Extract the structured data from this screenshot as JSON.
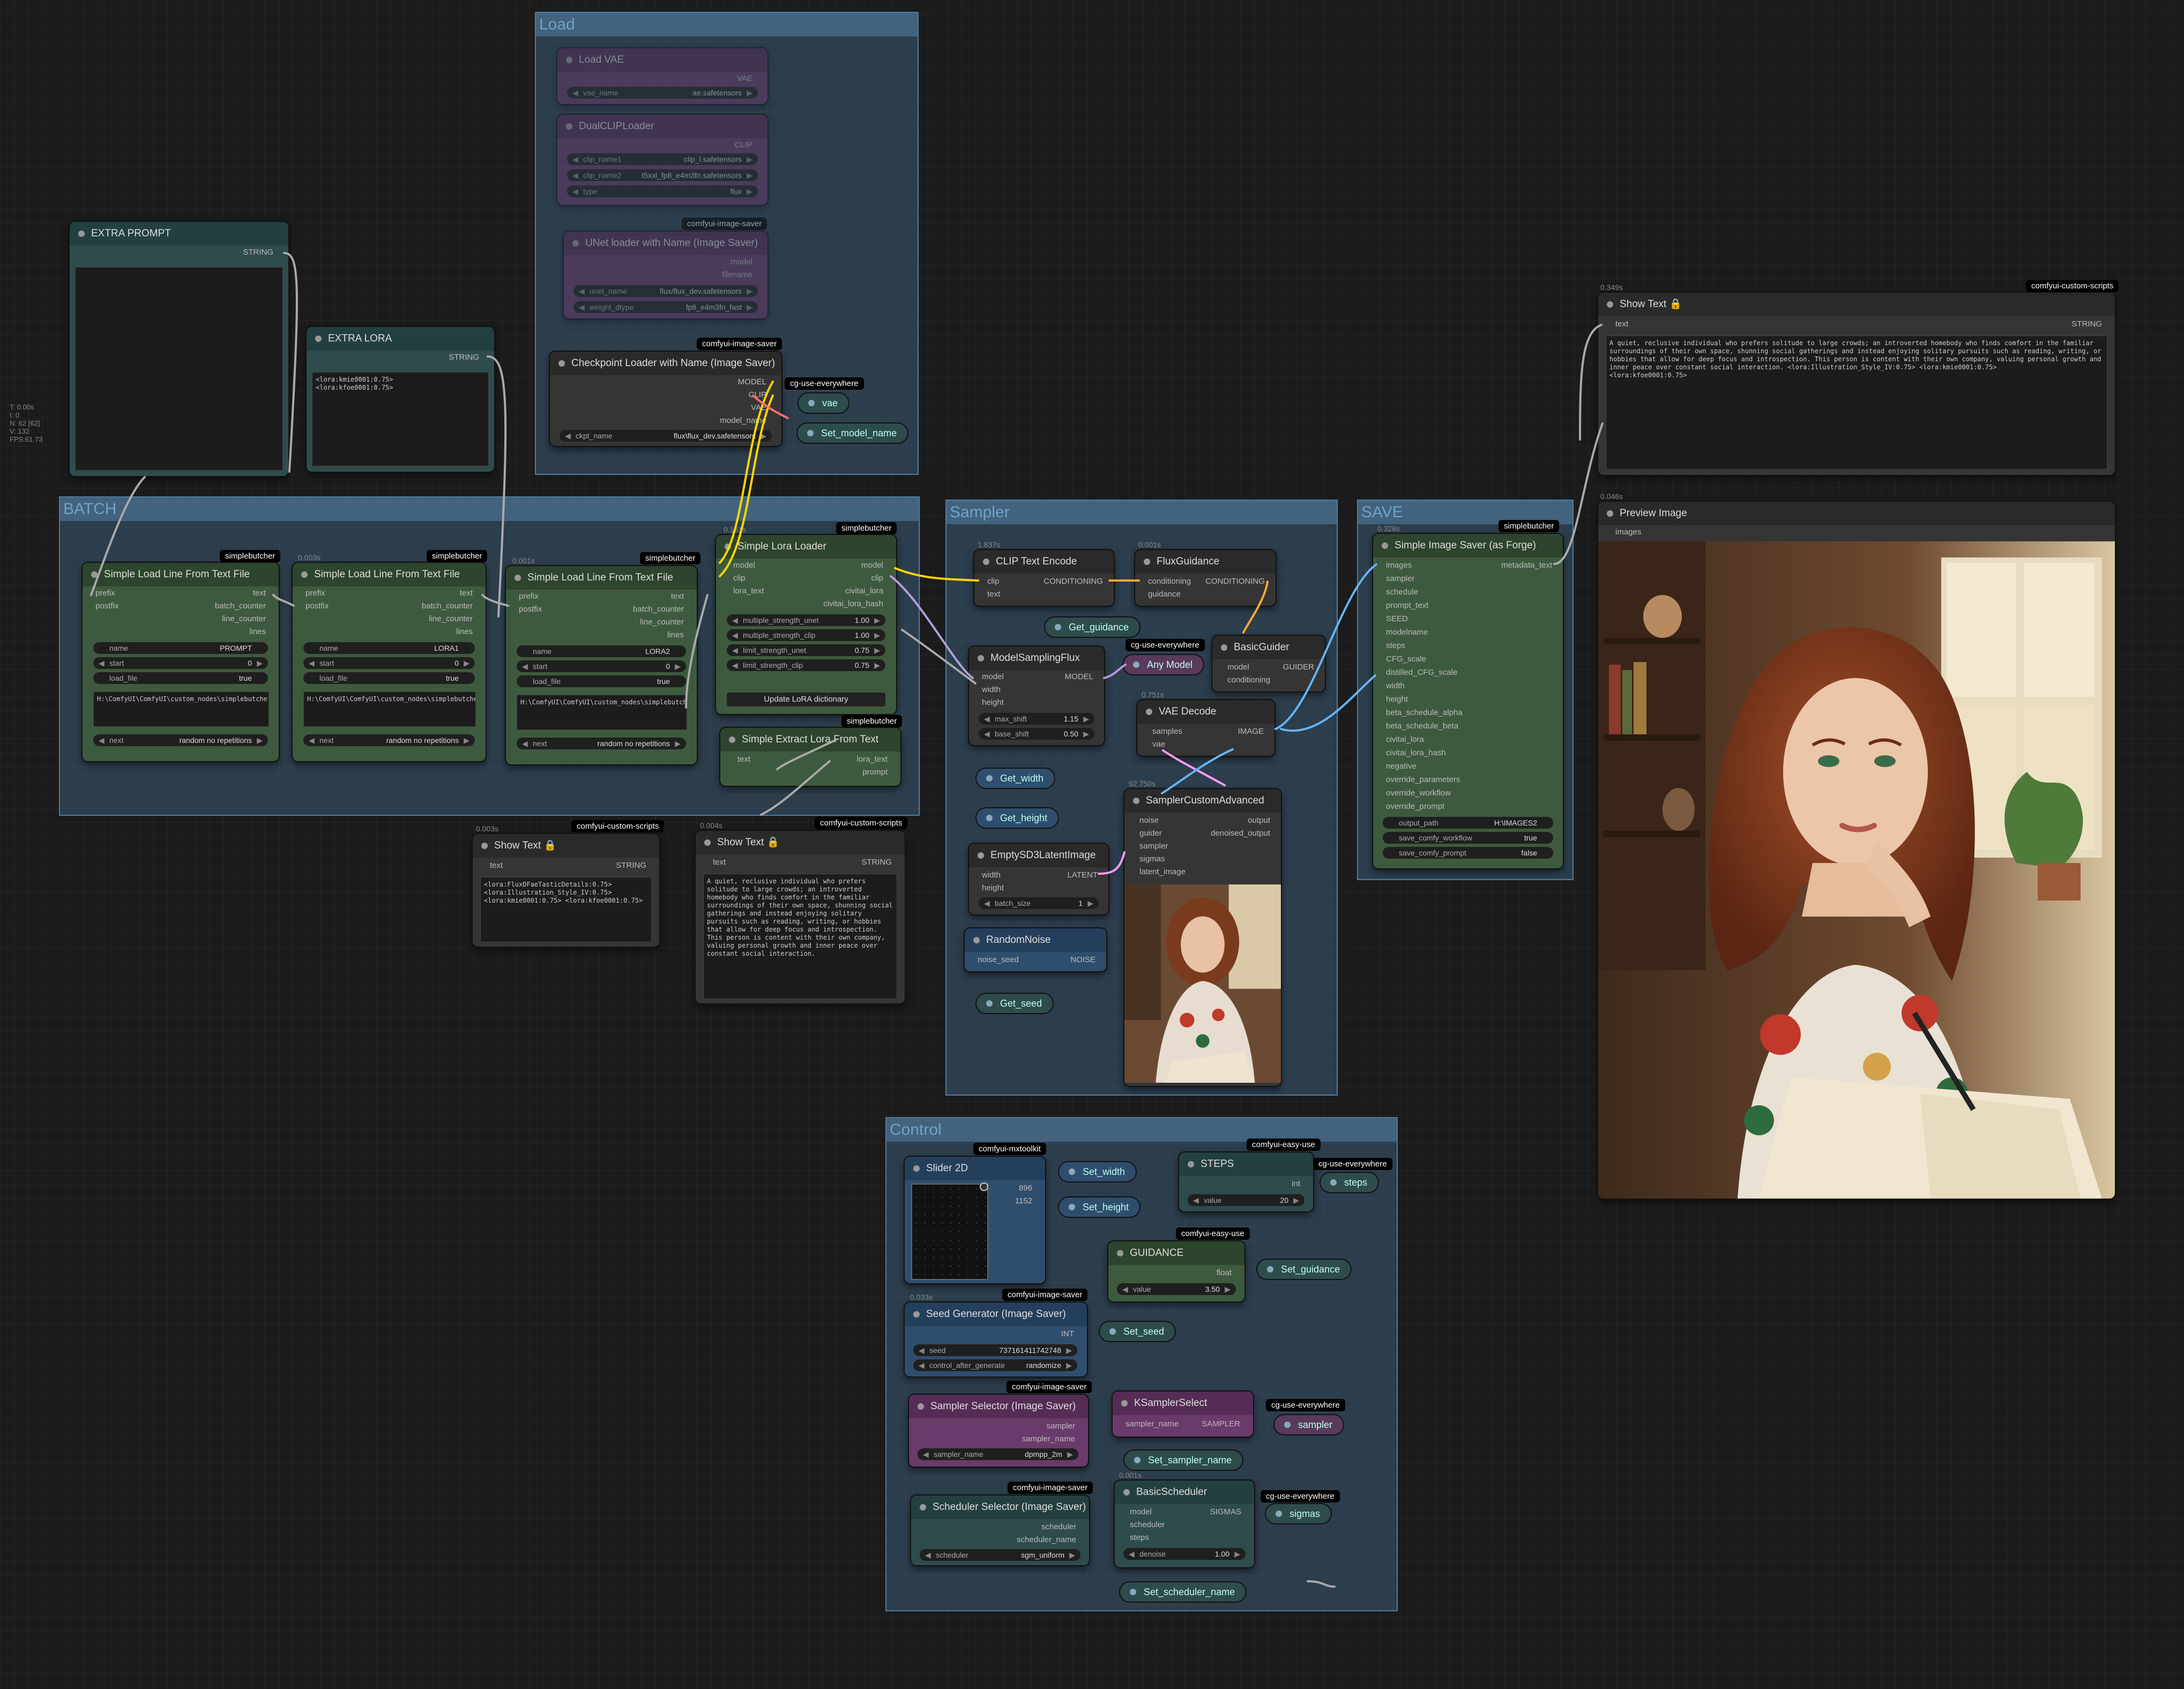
{
  "hud": [
    "T: 0.00s",
    "I: 0",
    "N: 62 [62]",
    "V: 132",
    "FPS:61.73"
  ],
  "groups": {
    "load": "Load",
    "batch": "BATCH",
    "sampler": "Sampler",
    "save": "SAVE",
    "control": "Control"
  },
  "load": {
    "load_vae": {
      "title": "Load VAE",
      "out": "VAE",
      "w_label": "vae_name",
      "w_value": "ae.safetensors"
    },
    "dual_clip": {
      "title": "DualCLIPLoader",
      "out": "CLIP",
      "w1_label": "clip_name1",
      "w1_value": "clip_l.safetensors",
      "w2_label": "clip_name2",
      "w2_value": "t5xxl_fp8_e4m3fn.safetensors",
      "w3_label": "type",
      "w3_value": "flux"
    },
    "unet": {
      "badge": "comfyui-image-saver",
      "title": "UNet loader with Name (Image Saver)",
      "out1": "model",
      "out2": "filename",
      "w1_label": "unet_name",
      "w1_value": "flux/flux_dev.safetensors",
      "w2_label": "weight_dtype",
      "w2_value": "fp8_e4m3fn_fast"
    },
    "ckpt": {
      "badge": "comfyui-image-saver",
      "title": "Checkpoint Loader with Name (Image Saver)",
      "out1": "MODEL",
      "out2": "CLIP",
      "out3": "VAE",
      "out4": "model_name",
      "w_label": "ckpt_name",
      "w_value": "flux\\flux_dev.safetensors"
    },
    "vae_reroute": {
      "badge": "cg-use-everywhere",
      "label": "vae"
    },
    "set_model_name": "Set_model_name"
  },
  "extra_prompt": {
    "title": "EXTRA PROMPT",
    "out": "STRING"
  },
  "extra_lora": {
    "title": "EXTRA LORA",
    "out": "STRING",
    "text": "<lora:kmie0001:0.75>\n<lora:kfoe0001:0.75>"
  },
  "batch": {
    "loader1": {
      "badge": "simplebutcher",
      "title": "Simple Load Line From Text File",
      "in1": "prefix",
      "in2": "postfix",
      "out1": "text",
      "out2": "batch_counter",
      "out3": "line_counter",
      "out4": "lines",
      "name_label": "name",
      "name_value": "PROMPT",
      "start_label": "start",
      "start_value": "0",
      "load_label": "load_file",
      "load_value": "true",
      "path": "H:\\ComfyUI\\ComfyUI\\custom_nodes\\simplebutcher\\workflows\\prompt_test.txt",
      "next_label": "next",
      "next_value": "random no repetitions"
    },
    "loader2": {
      "timing": "0.003s",
      "badge": "simplebutcher",
      "title": "Simple Load Line From Text File",
      "in1": "prefix",
      "in2": "postfix",
      "out1": "text",
      "out2": "batch_counter",
      "out3": "line_counter",
      "out4": "lines",
      "name_label": "name",
      "name_value": "LORA1",
      "start_label": "start",
      "start_value": "0",
      "load_label": "load_file",
      "load_value": "true",
      "path": "H:\\ComfyUI\\ComfyUI\\custom_nodes\\simplebutcher\\workflows\\lora_test.txt",
      "next_label": "next",
      "next_value": "random no repetitions"
    },
    "loader3": {
      "timing": "0.001s",
      "badge": "simplebutcher",
      "title": "Simple Load Line From Text File",
      "in1": "prefix",
      "in2": "postfix",
      "out1": "text",
      "out2": "batch_counter",
      "out3": "line_counter",
      "out4": "lines",
      "name_label": "name",
      "name_value": "LORA2",
      "start_label": "start",
      "start_value": "0",
      "load_label": "load_file",
      "load_value": "true",
      "path": "H:\\ComfyUI\\ComfyUI\\custom_nodes\\simplebutcher\\workflows\\lora_test.txt",
      "next_label": "next",
      "next_value": "random no repetitions"
    },
    "lora_loader": {
      "timing": "0.161s",
      "badge": "simplebutcher",
      "title": "Simple Lora Loader",
      "in1": "model",
      "in2": "clip",
      "in3": "lora_text",
      "out1": "model",
      "out2": "clip",
      "out3": "civitai_lora",
      "out4": "civitai_lora_hash",
      "w1_label": "multiple_strength_unet",
      "w1_value": "1.00",
      "w2_label": "multiple_strength_clip",
      "w2_value": "1.00",
      "w3_label": "limit_strength_unet",
      "w3_value": "0.75",
      "w4_label": "limit_strength_clip",
      "w4_value": "0.75",
      "button": "Update LoRA dictionary"
    },
    "extract": {
      "badge": "simplebutcher",
      "title": "Simple Extract Lora From Text",
      "in1": "text",
      "out1": "lora_text",
      "out2": "prompt"
    }
  },
  "show_text_small": {
    "timing": "0.003s",
    "badge": "comfyui-custom-scripts",
    "title": "Show Text",
    "in": "text",
    "out": "STRING",
    "text": "<lora:FluxDFaeTasticDetails:0.75>\n<lora:Illustration_Style_IV:0.75>\n<lora:kmie0001:0.75> <lora:kfoe0001:0.75>"
  },
  "show_text_mid": {
    "timing": "0.004s",
    "badge": "comfyui-custom-scripts",
    "title": "Show Text",
    "in": "text",
    "out": "STRING",
    "text": "A quiet, reclusive individual who prefers solitude to large crowds; an introverted homebody who finds comfort in the familiar surroundings of their own space, shunning social gatherings and instead enjoying solitary pursuits such as reading, writing, or hobbies that allow for deep focus and introspection. This person is content with their own company, valuing personal growth and inner peace over constant social interaction."
  },
  "show_text_big": {
    "timing": "0.349s",
    "badge": "comfyui-custom-scripts",
    "title": "Show Text",
    "in": "text",
    "out": "STRING",
    "text": "A quiet, reclusive individual who prefers solitude to large crowds; an introverted homebody who finds comfort in the familiar surroundings of their own space, shunning social gatherings and instead enjoying solitary pursuits such as reading, writing, or hobbies that allow for deep focus and introspection. This person is content with their own company, valuing personal growth and inner peace over constant social interaction. <lora:Illustration_Style_IV:0.75> <lora:kmie0001:0.75>\n<lora:kfoe0001:0.75>"
  },
  "sampler": {
    "clip_encode": {
      "timing": "1.837s",
      "title": "CLIP Text Encode",
      "in1": "clip",
      "in2": "text",
      "out": "CONDITIONING"
    },
    "flux_guidance": {
      "timing": "0.001s",
      "title": "FluxGuidance",
      "in1": "conditioning",
      "in2": "guidance",
      "out": "CONDITIONING"
    },
    "get_guidance": "Get_guidance",
    "model_sampling": {
      "title": "ModelSamplingFlux",
      "in1": "model",
      "in2": "width",
      "in3": "height",
      "out": "MODEL",
      "w1_label": "max_shift",
      "w1_value": "1.15",
      "w2_label": "base_shift",
      "w2_value": "0.50"
    },
    "any_model": {
      "badge": "cg-use-everywhere",
      "label": "Any Model"
    },
    "basic_guider": {
      "title": "BasicGuider",
      "in1": "model",
      "in2": "conditioning",
      "out": "GUIDER"
    },
    "vae_decode": {
      "timing": "0.751s",
      "title": "VAE Decode",
      "in1": "samples",
      "in2": "vae",
      "out": "IMAGE"
    },
    "get_width": "Get_width",
    "get_height": "Get_height",
    "sampler_custom": {
      "timing": "92.750s",
      "title": "SamplerCustomAdvanced",
      "in1": "noise",
      "in2": "guider",
      "in3": "sampler",
      "in4": "sigmas",
      "in5": "latent_image",
      "out1": "output",
      "out2": "denoised_output"
    },
    "empty_latent": {
      "title": "EmptySD3LatentImage",
      "in1": "width",
      "in2": "height",
      "out": "LATENT",
      "w_label": "batch_size",
      "w_value": "1"
    },
    "random_noise": {
      "title": "RandomNoise",
      "in": "noise_seed",
      "out": "NOISE"
    },
    "get_seed": "Get_seed"
  },
  "save": {
    "saver": {
      "timing": "0.328s",
      "badge": "simplebutcher",
      "title": "Simple Image Saver (as Forge)",
      "out": "metadata_text",
      "inputs": [
        "images",
        "sampler",
        "schedule",
        "prompt_text",
        "SEED",
        "modelname",
        "steps",
        "CFG_scale",
        "distilled_CFG_scale",
        "width",
        "height",
        "beta_schedule_alpha",
        "beta_schedule_beta",
        "civitai_lora",
        "civitai_lora_hash",
        "negative",
        "override_parameters",
        "override_workflow",
        "override_prompt"
      ],
      "w1_label": "output_path",
      "w1_value": "H:\\IMAGES2",
      "w2_label": "save_comfy_workflow",
      "w2_value": "true",
      "w3_label": "save_comfy_prompt",
      "w3_value": "false"
    }
  },
  "preview": {
    "timing": "0.046s",
    "title": "Preview Image",
    "in": "images"
  },
  "control": {
    "slider": {
      "badge": "comfyui-mxtoolkit",
      "title": "Slider 2D",
      "v1": "896",
      "v2": "1152"
    },
    "set_width": "Set_width",
    "set_height": "Set_height",
    "steps": {
      "badge": "comfyui-easy-use",
      "title": "STEPS",
      "out": "int",
      "w_label": "value",
      "w_value": "20"
    },
    "steps_reroute": {
      "badge": "cg-use-everywhere",
      "label": "steps"
    },
    "guidance": {
      "badge": "comfyui-easy-use",
      "title": "GUIDANCE",
      "out": "float",
      "w_label": "value",
      "w_value": "3.50"
    },
    "set_guidance": "Set_guidance",
    "seed_gen": {
      "timing": "0.033s",
      "badge": "comfyui-image-saver",
      "title": "Seed Generator (Image Saver)",
      "out": "INT",
      "w1_label": "seed",
      "w1_value": "737161411742748",
      "w2_label": "control_after_generate",
      "w2_value": "randomize"
    },
    "set_seed": "Set_seed",
    "sampler_sel": {
      "badge": "comfyui-image-saver",
      "title": "Sampler Selector (Image Saver)",
      "out1": "sampler",
      "out2": "sampler_name",
      "w_label": "sampler_name",
      "w_value": "dpmpp_2m"
    },
    "ksampler": {
      "title": "KSamplerSelect",
      "in": "sampler_name",
      "out": "SAMPLER"
    },
    "sampler_reroute": {
      "badge": "cg-use-everywhere",
      "label": "sampler"
    },
    "set_sampler_name": "Set_sampler_name",
    "sched_sel": {
      "badge": "comfyui-image-saver",
      "title": "Scheduler Selector (Image Saver)",
      "out1": "scheduler",
      "out2": "scheduler_name",
      "w_label": "scheduler",
      "w_value": "sgm_uniform"
    },
    "basic_sched": {
      "timing": "0.001s",
      "title": "BasicScheduler",
      "in1": "model",
      "in2": "scheduler",
      "in3": "steps",
      "out": "SIGMAS",
      "w_label": "denoise",
      "w_value": "1.00"
    },
    "sigmas_reroute": {
      "badge": "cg-use-everywhere",
      "label": "sigmas"
    },
    "set_scheduler_name": "Set_scheduler_name"
  },
  "colors": {
    "model": "#b39ddb",
    "clip": "#ffd500",
    "vae": "#ff6e6e",
    "conditioning": "#ffa931",
    "image": "#64b5f6",
    "latent": "#ff9cf9",
    "string": "#aaaaaa"
  }
}
